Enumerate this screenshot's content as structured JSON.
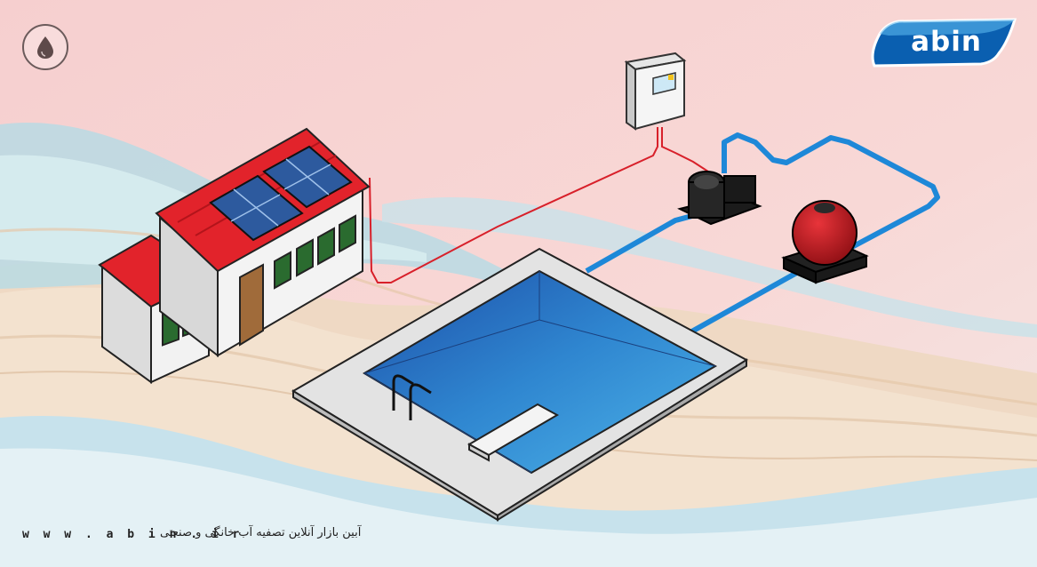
{
  "brand": {
    "logo_text": "abin",
    "website": "w w w . a b i n . i r",
    "tagline": "آبین بازار آنلاین تصفیه آب خانگی و صنعتی"
  },
  "colors": {
    "sky": "#f7d3d1",
    "pool_water": "#2f7fc8",
    "pipe_blue": "#1e88d8",
    "wire_red": "#d8202a",
    "roof_red": "#e2232b",
    "solar_panel": "#2d5a9e",
    "logo_blue": "#0a5fb0"
  },
  "icons": {
    "badge": "water-drop-icon"
  }
}
